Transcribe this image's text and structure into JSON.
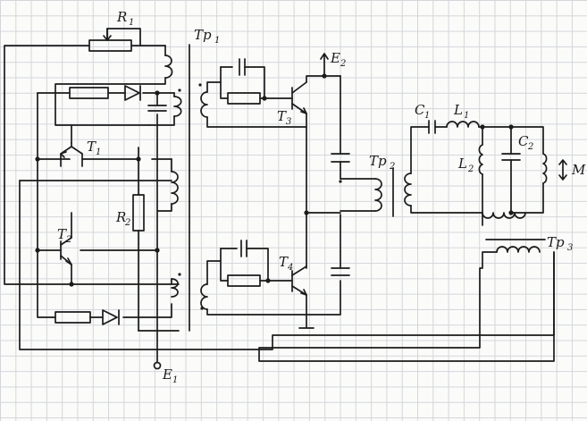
{
  "labels": {
    "r1": {
      "main": "R",
      "sub": "1"
    },
    "r2": {
      "main": "R",
      "sub": "2"
    },
    "t1": {
      "main": "T",
      "sub": "1"
    },
    "t2": {
      "main": "T",
      "sub": "2"
    },
    "t3": {
      "main": "T",
      "sub": "3"
    },
    "t4": {
      "main": "T",
      "sub": "4"
    },
    "tp1": {
      "main": "Tp",
      "sub": "1"
    },
    "tp2": {
      "main": "Tp",
      "sub": "2"
    },
    "tp3": {
      "main": "Tp",
      "sub": "3"
    },
    "e1": {
      "main": "E",
      "sub": "1"
    },
    "e2": {
      "main": "E",
      "sub": "2"
    },
    "c1": {
      "main": "C",
      "sub": "1"
    },
    "c2": {
      "main": "C",
      "sub": "2"
    },
    "l1": {
      "main": "L",
      "sub": "1"
    },
    "l2": {
      "main": "L",
      "sub": "2"
    },
    "m": {
      "main": "M"
    }
  },
  "colors": {
    "ink": "#1b1b1b",
    "grid": "#d3d6da",
    "paper": "#fbfbfa"
  }
}
